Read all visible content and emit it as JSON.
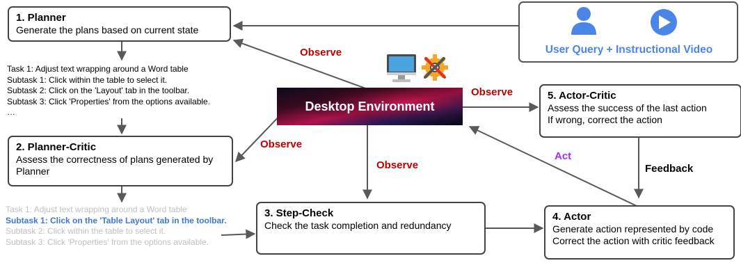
{
  "planner": {
    "title": "1. Planner",
    "desc": "Generate the plans based on current state"
  },
  "planner_critic": {
    "title": "2. Planner-Critic",
    "desc": "Assess the correctness of plans generated by Planner"
  },
  "step_check": {
    "title": "3. Step-Check",
    "desc": "Check the task completion and redundancy"
  },
  "actor": {
    "title": "4. Actor",
    "desc1": "Generate action represented by code",
    "desc2": "Correct the action with critic feedback"
  },
  "actor_critic": {
    "title": "5. Actor-Critic",
    "desc1": "Assess the success of the last action",
    "desc2": "If wrong, correct the action"
  },
  "user_query": {
    "label": "User Query + Instructional Video"
  },
  "desktop_env": {
    "label": "Desktop Environment"
  },
  "plan_list_1": [
    "Task 1: Adjust text wrapping around a Word table",
    "Subtask 1: Click within the table to select it.",
    "Subtask 2: Click on the 'Layout' tab in the toolbar.",
    "Subtask 3: Click 'Properties' from the options available.",
    "…"
  ],
  "plan_list_2": {
    "task": "Task 1: Adjust text wrapping around a Word table",
    "highlight": "Subtask 1: Click on the 'Table Layout' tab in the toolbar.",
    "sub2": "Subtask 2: Click within the table to select it.",
    "sub3": "Subtask 3: Click 'Properties' from the options available."
  },
  "edge_labels": {
    "observe_1": "Observe",
    "observe_2": "Observe",
    "observe_3": "Observe",
    "observe_4": "Observe",
    "act": "Act",
    "feedback": "Feedback"
  },
  "colors": {
    "observe": "#c00000",
    "act": "#9b30ff",
    "user_query": "#4a86e8",
    "highlight": "#3c78d8",
    "faded": "#c0c0c0",
    "box_border": "#444444",
    "arrow": "#595959"
  },
  "icons": [
    "user-icon",
    "play-icon",
    "computer-monitor-icon",
    "tools-gear-icon"
  ]
}
